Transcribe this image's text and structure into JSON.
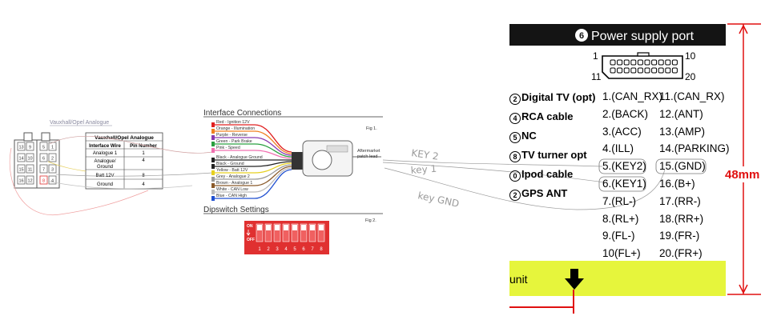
{
  "connector": {
    "title": "Vauxhall/Opel Analogue",
    "pins_left": [
      "13",
      "9",
      "5",
      "1",
      "14",
      "10",
      "6",
      "2",
      "15",
      "11",
      "7",
      "3",
      "16",
      "12",
      "8",
      "4"
    ],
    "table_header": "Vauxhall/Opel Analogue",
    "col1": "Interface Wire",
    "col2": "Pin Number",
    "rows": [
      {
        "wire": "Analogue 1",
        "pin": "1"
      },
      {
        "wire": "Analogue/Ground",
        "pin": "4"
      },
      {
        "wire": "Batt 12V",
        "pin": "8"
      },
      {
        "wire": "Ground",
        "pin": "4"
      }
    ]
  },
  "interface": {
    "title": "Interface Connections",
    "fig1": "Fig 1.",
    "lead_label_1": "Aftermarket",
    "lead_label_2": "patch lead",
    "wires": [
      {
        "label": "Red - Ignition 12V",
        "color": "#e02020"
      },
      {
        "label": "Orange - Illumination",
        "color": "#f08020"
      },
      {
        "label": "Purple - Reverse",
        "color": "#8a3ab0"
      },
      {
        "label": "Green - Park Brake",
        "color": "#2aa040"
      },
      {
        "label": "Pink - Speed",
        "color": "#f070b0"
      },
      {
        "label": "Black - Analogue Ground",
        "color": "#222222"
      },
      {
        "label": "Black - Ground",
        "color": "#222222"
      },
      {
        "label": "Yellow - Batt 12V",
        "color": "#e6d020"
      },
      {
        "label": "Grey - Analogue 2",
        "color": "#9a9a9a"
      },
      {
        "label": "Brown - Analogue 1",
        "color": "#8a5a2a"
      },
      {
        "label": "White - CAN Low",
        "color": "#bbbbbb"
      },
      {
        "label": "Blue - CAN High",
        "color": "#2050d0"
      }
    ]
  },
  "dipswitch": {
    "title": "Dipswitch Settings",
    "fig2": "Fig 2.",
    "on": "ON",
    "off": "OFF",
    "numbers": [
      "1",
      "2",
      "3",
      "4",
      "5",
      "6",
      "7",
      "8"
    ]
  },
  "handwritten": {
    "key2": "KEY 2",
    "key1": "key 1",
    "keygnd": "key GND"
  },
  "power": {
    "title": "Power supply port",
    "badge": "6",
    "pin1": "1",
    "pin10": "10",
    "pin11": "11",
    "pin20": "20",
    "left_items": [
      {
        "num": "2",
        "label": "Digital TV (opt)"
      },
      {
        "num": "4",
        "label": "RCA cable"
      },
      {
        "num": "5",
        "label": "NC"
      },
      {
        "num": "8",
        "label": "TV turner opt"
      },
      {
        "num": "0",
        "label": "Ipod cable"
      },
      {
        "num": "2",
        "label": "GPS ANT"
      }
    ],
    "pins_col1": [
      "1.(CAN_RX)",
      "2.(BACK)",
      "3.(ACC)",
      "4.(ILL)",
      "5.(KEY2)",
      "6.(KEY1)",
      "7.(RL-)",
      "8.(RL+)",
      "9.(FL-)",
      "10(FL+)"
    ],
    "pins_col2": [
      "11.(CAN_RX)",
      "12.(ANT)",
      "13.(AMP)",
      "14.(PARKING)",
      "15.(GND)",
      "16.(B+)",
      "17.(RR-)",
      "18.(RR+)",
      "19.(FR-)",
      "20.(FR+)"
    ],
    "bottom_label": "unit",
    "dimension": "48mm",
    "colors": {
      "bar": "#141414",
      "bottom": "#e6f53c",
      "dim": "#e01010"
    }
  }
}
